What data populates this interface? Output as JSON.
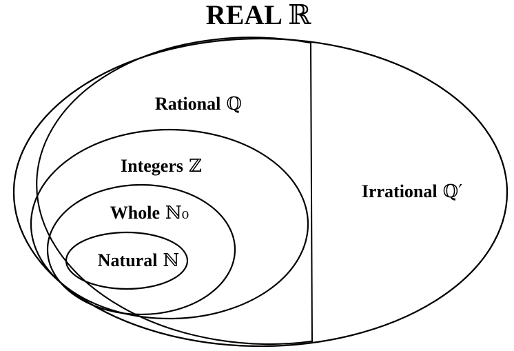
{
  "diagram": {
    "background": "#ffffff",
    "stroke_color": "#000000",
    "title": {
      "word": "REAL",
      "symbol": "ℝ"
    },
    "regions": {
      "rational": {
        "word": "Rational",
        "symbol": "ℚ"
      },
      "irrational": {
        "word": "Irrational",
        "symbol": "ℚ′"
      },
      "integers": {
        "word": "Integers",
        "symbol": "ℤ"
      },
      "whole": {
        "word": "Whole",
        "symbol": "ℕ₀"
      },
      "natural": {
        "word": "Natural",
        "symbol": "ℕ"
      }
    }
  }
}
